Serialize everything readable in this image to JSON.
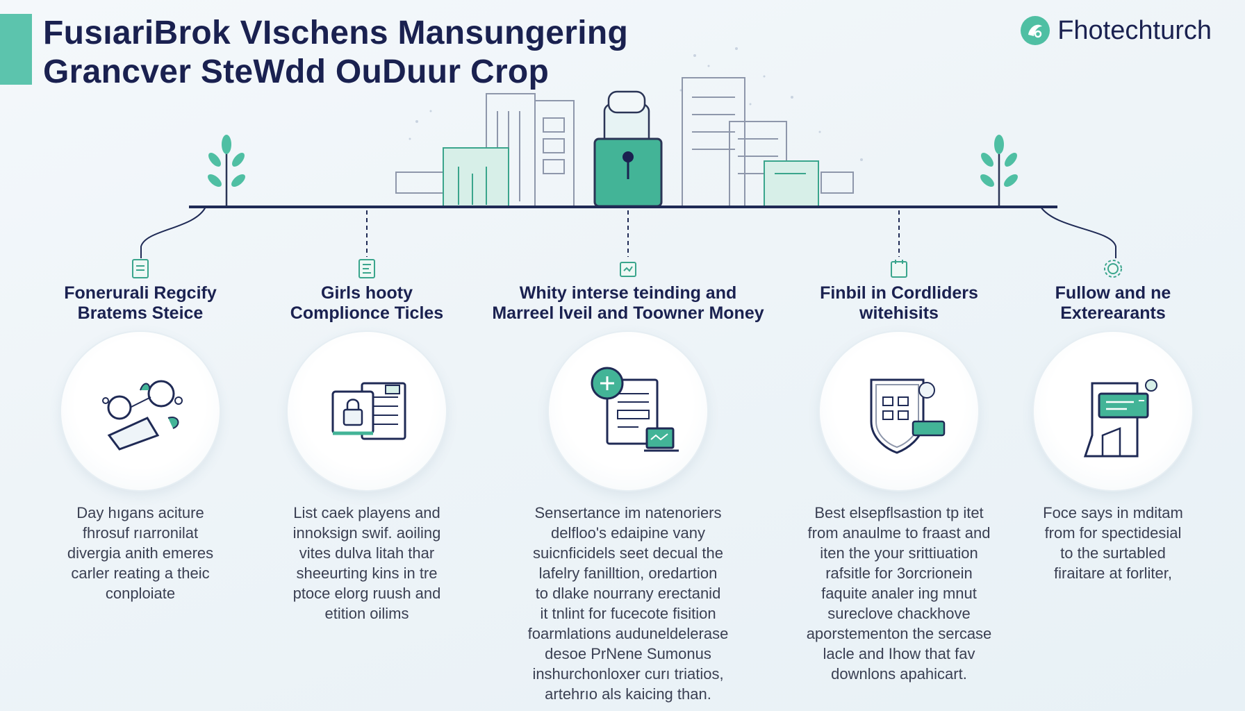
{
  "header": {
    "title_line1": "FusıariBrok VIschens Mansungering",
    "title_line2": "Grancver SteWdd OuDuur Crop",
    "brand_name": "Fhotechturch"
  },
  "colors": {
    "accent": "#5cc4ad",
    "navy": "#1a2150",
    "teal": "#3aa58c"
  },
  "columns": [
    {
      "icon": "document-icon",
      "title": [
        "Fonerurali Regcify",
        "Bratems Steice"
      ],
      "illustration": "people-network-icon",
      "body": [
        "Day hıgans aciture",
        "fhrosuf rıarronilat",
        "divergia anith emeres",
        "carler reating a theic",
        "conploiate"
      ]
    },
    {
      "icon": "document-icon",
      "title": [
        "Girls hooty",
        "Complionce Ticles"
      ],
      "illustration": "locked-document-icon",
      "body": [
        "List caek playens and",
        "innoksign swif. aoiling",
        "vites dulva litah thar",
        "sheeurting kins in tre",
        "ptoce elorg ruush and",
        "etition oilims"
      ]
    },
    {
      "icon": "document-icon",
      "title": [
        "Whity interse teinding and",
        "Marreel lveil and Toowner Money"
      ],
      "illustration": "form-add-icon",
      "body": [
        "Sensertance im natenoriers",
        "delfloo's edaipine vany",
        "suicnficidels seet decual the",
        "lafelry fanilltion, oredartion",
        "to dlake nourrany erectanid",
        "it tnlint for fucecote fisition",
        "foarmlations auduneldelerase",
        "desoe PrNene Sumonus",
        "inshurchonloxer curı triatios,",
        "artehrıo als kaicing than."
      ]
    },
    {
      "icon": "document-icon",
      "title": [
        "Finbil in Cordliders",
        "witehisits"
      ],
      "illustration": "shield-grid-icon",
      "body": [
        "Best elsepflsastion tp itet",
        "from anaulme to fraast and",
        "iten the your srittiuation",
        "rafsitle for 3orcrionein",
        "faquite analer ing mnut",
        "sureclove chackhove",
        "aporstementon the sercase",
        "lacle and Ihow that fav",
        "downlons apahicart."
      ]
    },
    {
      "icon": "settings-icon",
      "title": [
        "Fullow and ne",
        "Exterearants"
      ],
      "illustration": "chat-building-icon",
      "body": [
        "Foce says in mditam",
        "from for spectidesial",
        "to the surtabled",
        "firaitare at forliter,"
      ]
    }
  ]
}
